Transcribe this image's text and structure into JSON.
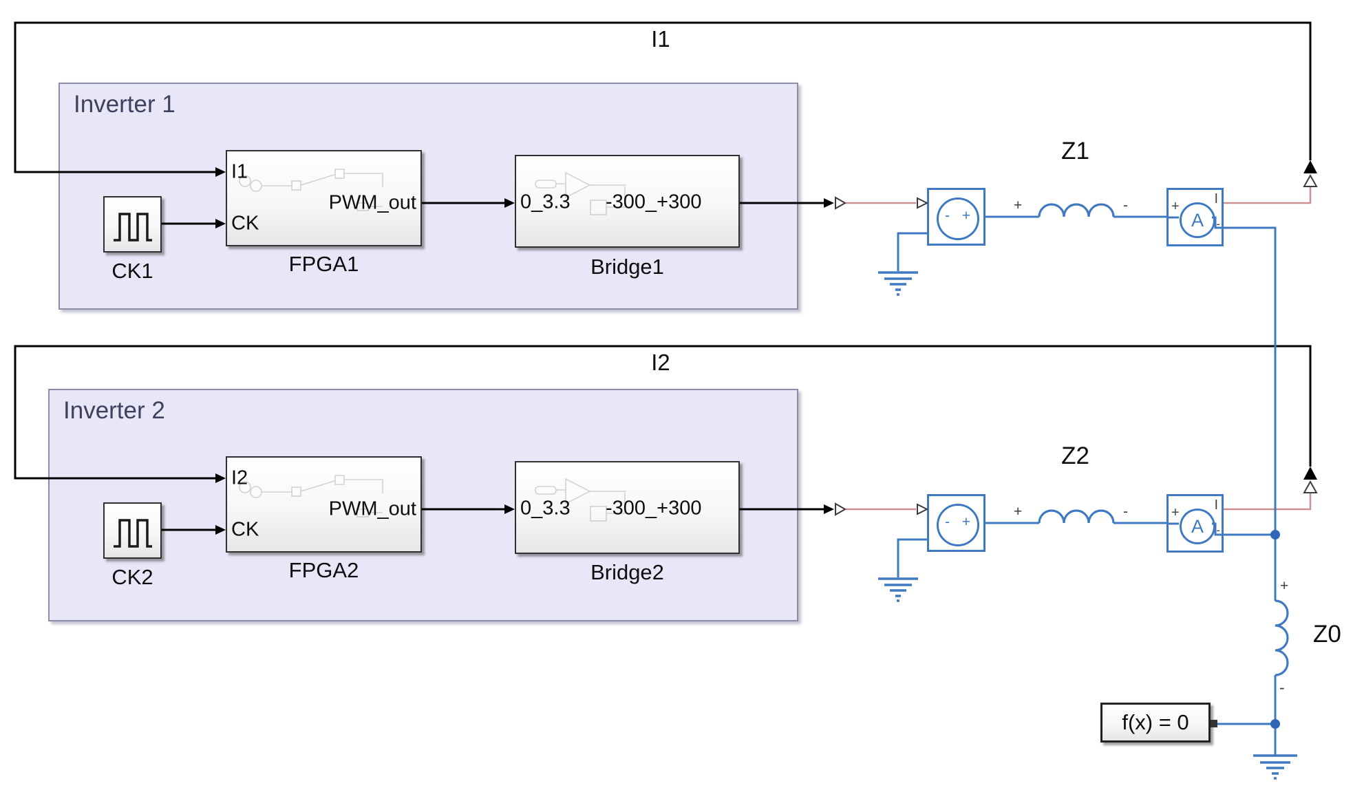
{
  "annotations": {
    "i1": "I1",
    "i2": "I2",
    "z1": "Z1",
    "z2": "Z2",
    "z0": "Z0"
  },
  "glyphs": {
    "plus": "+",
    "minus": "-",
    "ammeter_letter": "A",
    "ammeter_current_port": "I"
  },
  "solver": {
    "label": "f(x) = 0"
  },
  "inverter1": {
    "title": "Inverter 1",
    "clock_name": "CK1",
    "fpga": {
      "name": "FPGA1",
      "in1": "I1",
      "in2": "CK",
      "out": "PWM_out"
    },
    "bridge": {
      "name": "Bridge1",
      "in": "0_3.3",
      "out": "-300_+300"
    }
  },
  "inverter2": {
    "title": "Inverter 2",
    "clock_name": "CK2",
    "fpga": {
      "name": "FPGA2",
      "in1": "I2",
      "in2": "CK",
      "out": "PWM_out"
    },
    "bridge": {
      "name": "Bridge2",
      "in": "0_3.3",
      "out": "-300_+300"
    }
  },
  "colors": {
    "electrical_blue": "#3E79C2",
    "physical_signal_pink": "#C9908F",
    "signal_black": "#000000",
    "subsystem_fill": "#E7E7F8",
    "subsystem_border": "#8C8CA8",
    "subsystem_title": "#3F3F5E",
    "block_border": "#2F2F2F"
  }
}
